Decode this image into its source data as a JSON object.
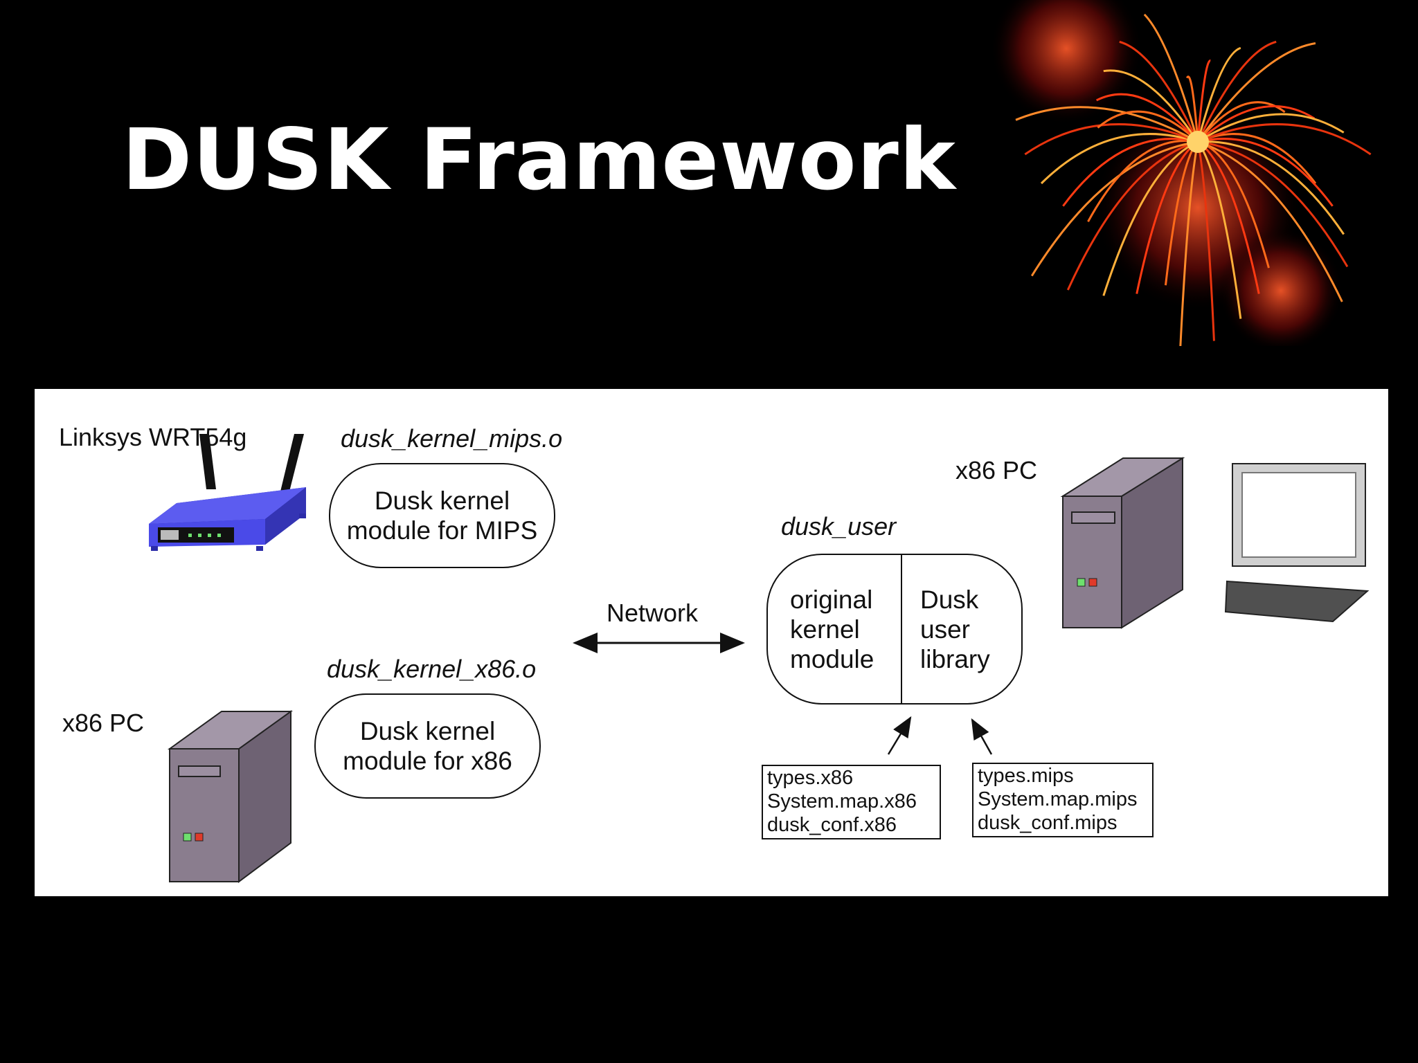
{
  "slide": {
    "title": "DUSK Framework"
  },
  "colors": {
    "background": "#000000",
    "title": "#ffffff",
    "router_body": "#4a4ae8",
    "pc_case": "#8a7d8e",
    "led_green": "#6ee06e",
    "led_red": "#e03a2a"
  },
  "diagram": {
    "router": {
      "label": "Linksys\nWRT54g",
      "icon": "router-icon"
    },
    "mips_module": {
      "filename": "dusk_kernel_mips.o",
      "text": "Dusk kernel\nmodule for MIPS"
    },
    "x86_module": {
      "filename": "dusk_kernel_x86.o",
      "text": "Dusk kernel\nmodule for x86"
    },
    "left_pc": {
      "label": "x86 PC",
      "icon": "pc-tower-icon"
    },
    "network": {
      "label": "Network"
    },
    "dusk_user": {
      "name": "dusk_user",
      "left_part": "original\nkernel\nmodule",
      "right_part": "Dusk\nuser\nlibrary"
    },
    "right_pc": {
      "label": "x86 PC",
      "icon": "desktop-computer-icon"
    },
    "x86_files": "types.x86\nSystem.map.x86\ndusk_conf.x86",
    "mips_files": "types.mips\nSystem.map.mips\ndusk_conf.mips"
  }
}
